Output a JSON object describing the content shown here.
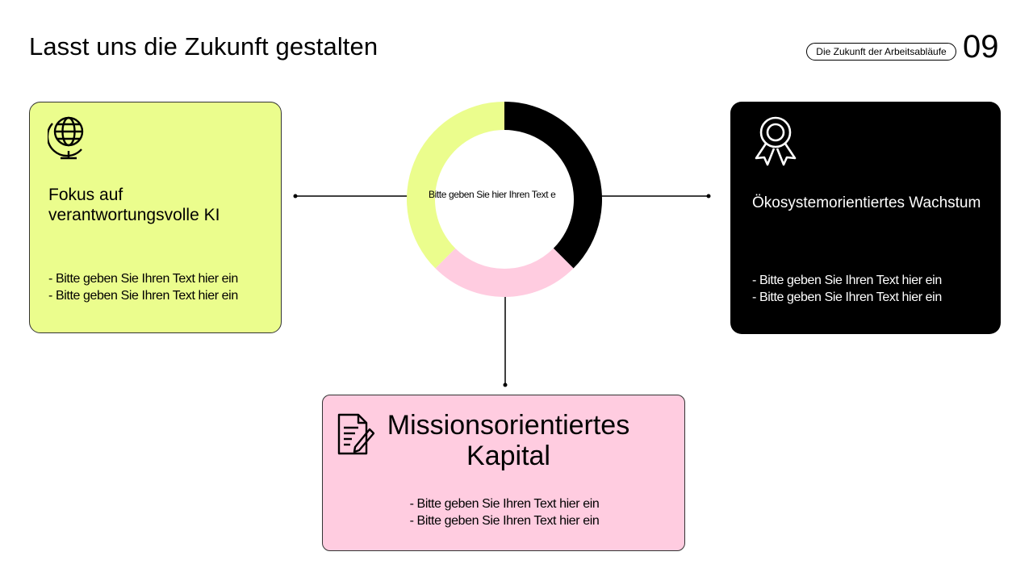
{
  "header": {
    "title": "Lasst uns die Zukunft gestalten",
    "pill_label": "Die Zukunft der Arbeitsabläufe",
    "page_number": "09"
  },
  "center": {
    "label": "Bitte geben Sie hier Ihren Text e",
    "segments": [
      {
        "name": "black",
        "share": 0.375,
        "color": "#000000"
      },
      {
        "name": "pink",
        "share": 0.25,
        "color": "#ffcce0"
      },
      {
        "name": "lime",
        "share": 0.375,
        "color": "#ebfd8d"
      }
    ]
  },
  "cards": {
    "left": {
      "icon": "globe-icon",
      "heading_line1": "Fokus auf",
      "heading_line2": "verantwortungsvolle KI",
      "bullets": [
        "- Bitte geben Sie Ihren Text hier ein",
        "- Bitte geben Sie Ihren Text hier ein"
      ]
    },
    "right": {
      "icon": "award-ribbon-icon",
      "heading": "Ökosystemorientiertes Wachstum",
      "bullets": [
        "- Bitte geben Sie Ihren Text hier ein",
        "- Bitte geben Sie Ihren Text hier ein"
      ]
    },
    "bottom": {
      "icon": "document-pen-icon",
      "heading_line1": "Missionsorientiertes",
      "heading_line2": "Kapital",
      "bullets": [
        "- Bitte geben Sie Ihren Text hier ein",
        "- Bitte geben Sie Ihren Text hier ein"
      ]
    }
  },
  "colors": {
    "lime": "#ebfd8d",
    "pink": "#ffcce0",
    "black": "#000000",
    "background": "#ffffff"
  }
}
